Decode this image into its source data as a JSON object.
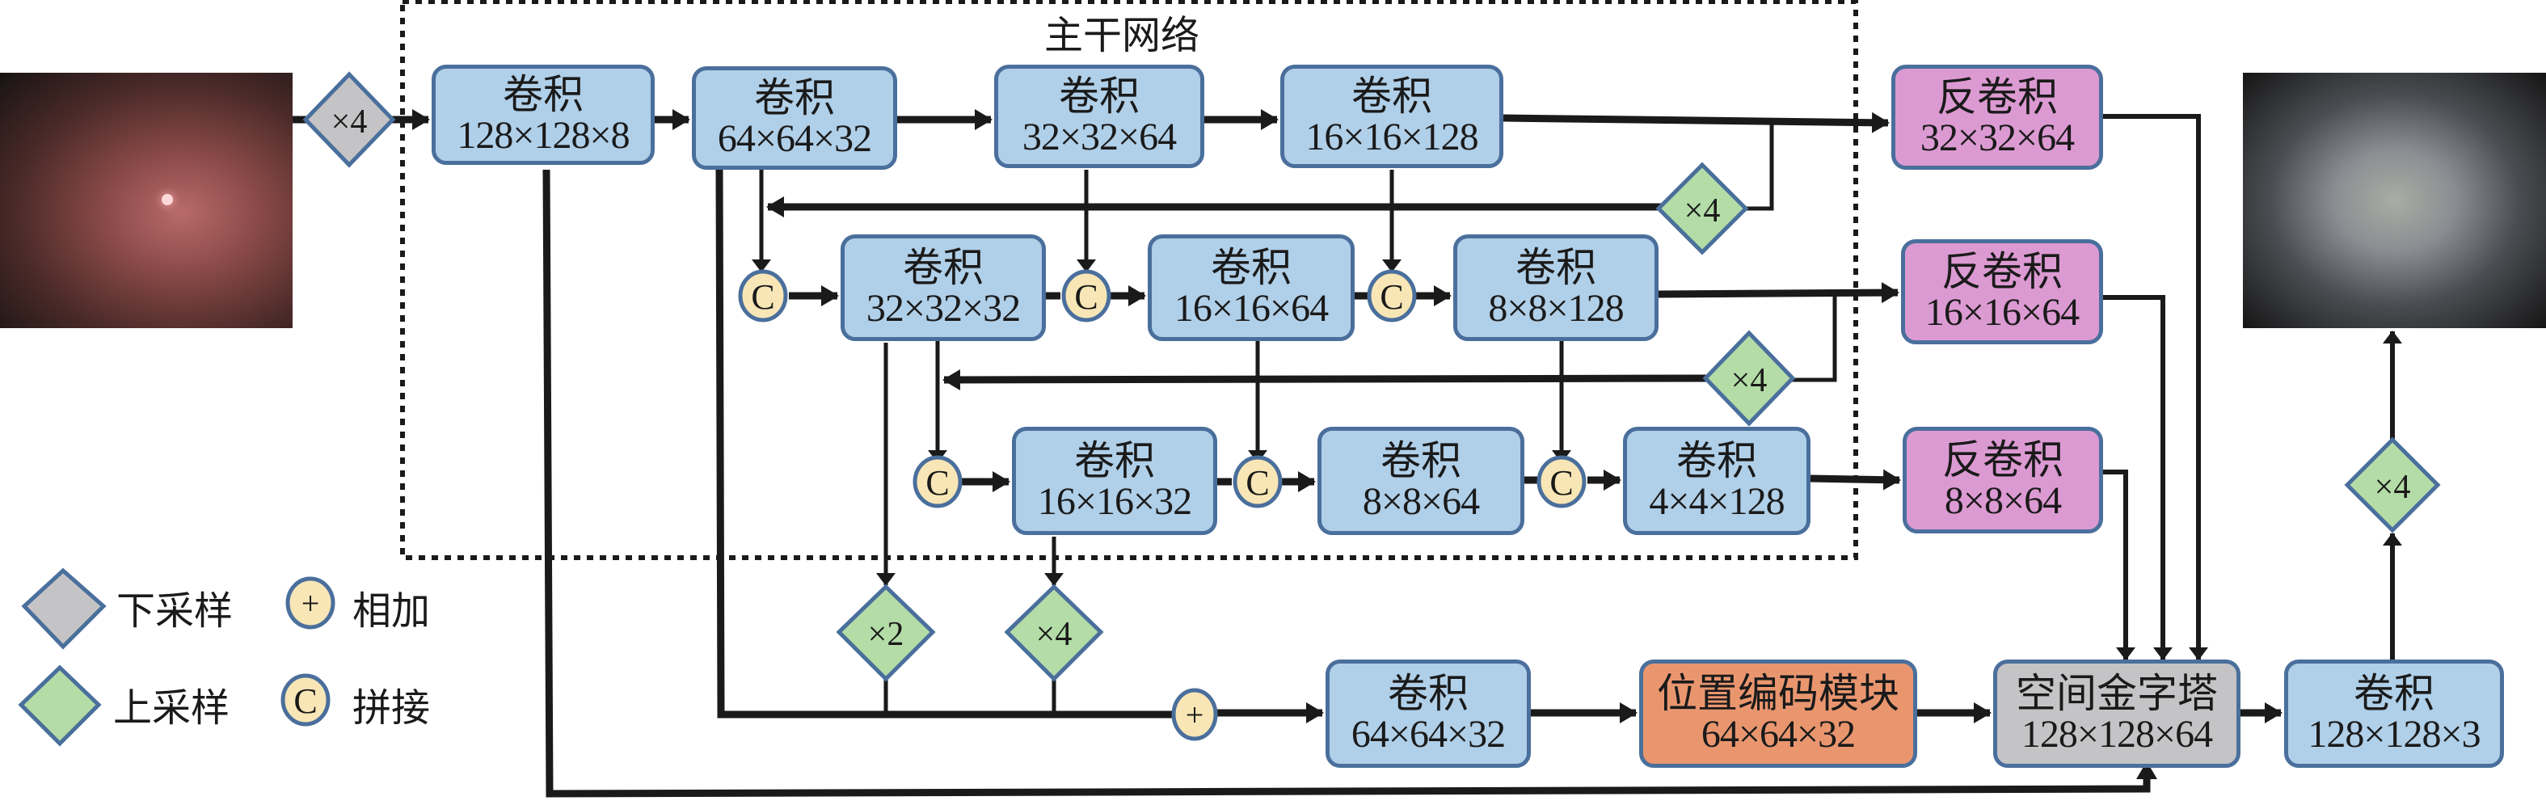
{
  "backbone_title": "主干网络",
  "input_image": {
    "label": "input-endoscopy-image"
  },
  "output_image": {
    "label": "output-illumination-map"
  },
  "downsample_input": "×4",
  "row1": [
    {
      "title": "卷积",
      "dims": "128×128×8"
    },
    {
      "title": "卷积",
      "dims": "64×64×32"
    },
    {
      "title": "卷积",
      "dims": "32×32×64"
    },
    {
      "title": "卷积",
      "dims": "16×16×128"
    }
  ],
  "row2": [
    {
      "title": "卷积",
      "dims": "32×32×32"
    },
    {
      "title": "卷积",
      "dims": "16×16×64"
    },
    {
      "title": "卷积",
      "dims": "8×8×128"
    }
  ],
  "row3": [
    {
      "title": "卷积",
      "dims": "16×16×32"
    },
    {
      "title": "卷积",
      "dims": "8×8×64"
    },
    {
      "title": "卷积",
      "dims": "4×4×128"
    }
  ],
  "deconv": [
    {
      "title": "反卷积",
      "dims": "32×32×64"
    },
    {
      "title": "反卷积",
      "dims": "16×16×64"
    },
    {
      "title": "反卷积",
      "dims": "8×8×64"
    }
  ],
  "upsample_labels": {
    "u1": "×4",
    "u2": "×4",
    "u3": "×2",
    "u4": "×4",
    "u5": "×4"
  },
  "bottom": {
    "conv": {
      "title": "卷积",
      "dims": "64×64×32"
    },
    "posenc": {
      "title": "位置编码模块",
      "dims": "64×64×32"
    },
    "spp": {
      "title": "空间金字塔",
      "dims": "128×128×64"
    },
    "final": {
      "title": "卷积",
      "dims": "128×128×3"
    }
  },
  "concat_symbol": "C",
  "add_symbol": "+",
  "legend": {
    "downsample": "下采样",
    "add": "相加",
    "upsample": "上采样",
    "concat": "拼接"
  },
  "colors": {
    "conv": "#b0cfe8",
    "deconv": "#dc9ad2",
    "posenc": "#e9966f",
    "spp": "#c4c4c6",
    "down": "#c4c4c6",
    "up": "#b3dca7",
    "node": "#f8e6b6",
    "border": "#4a6f9c"
  }
}
